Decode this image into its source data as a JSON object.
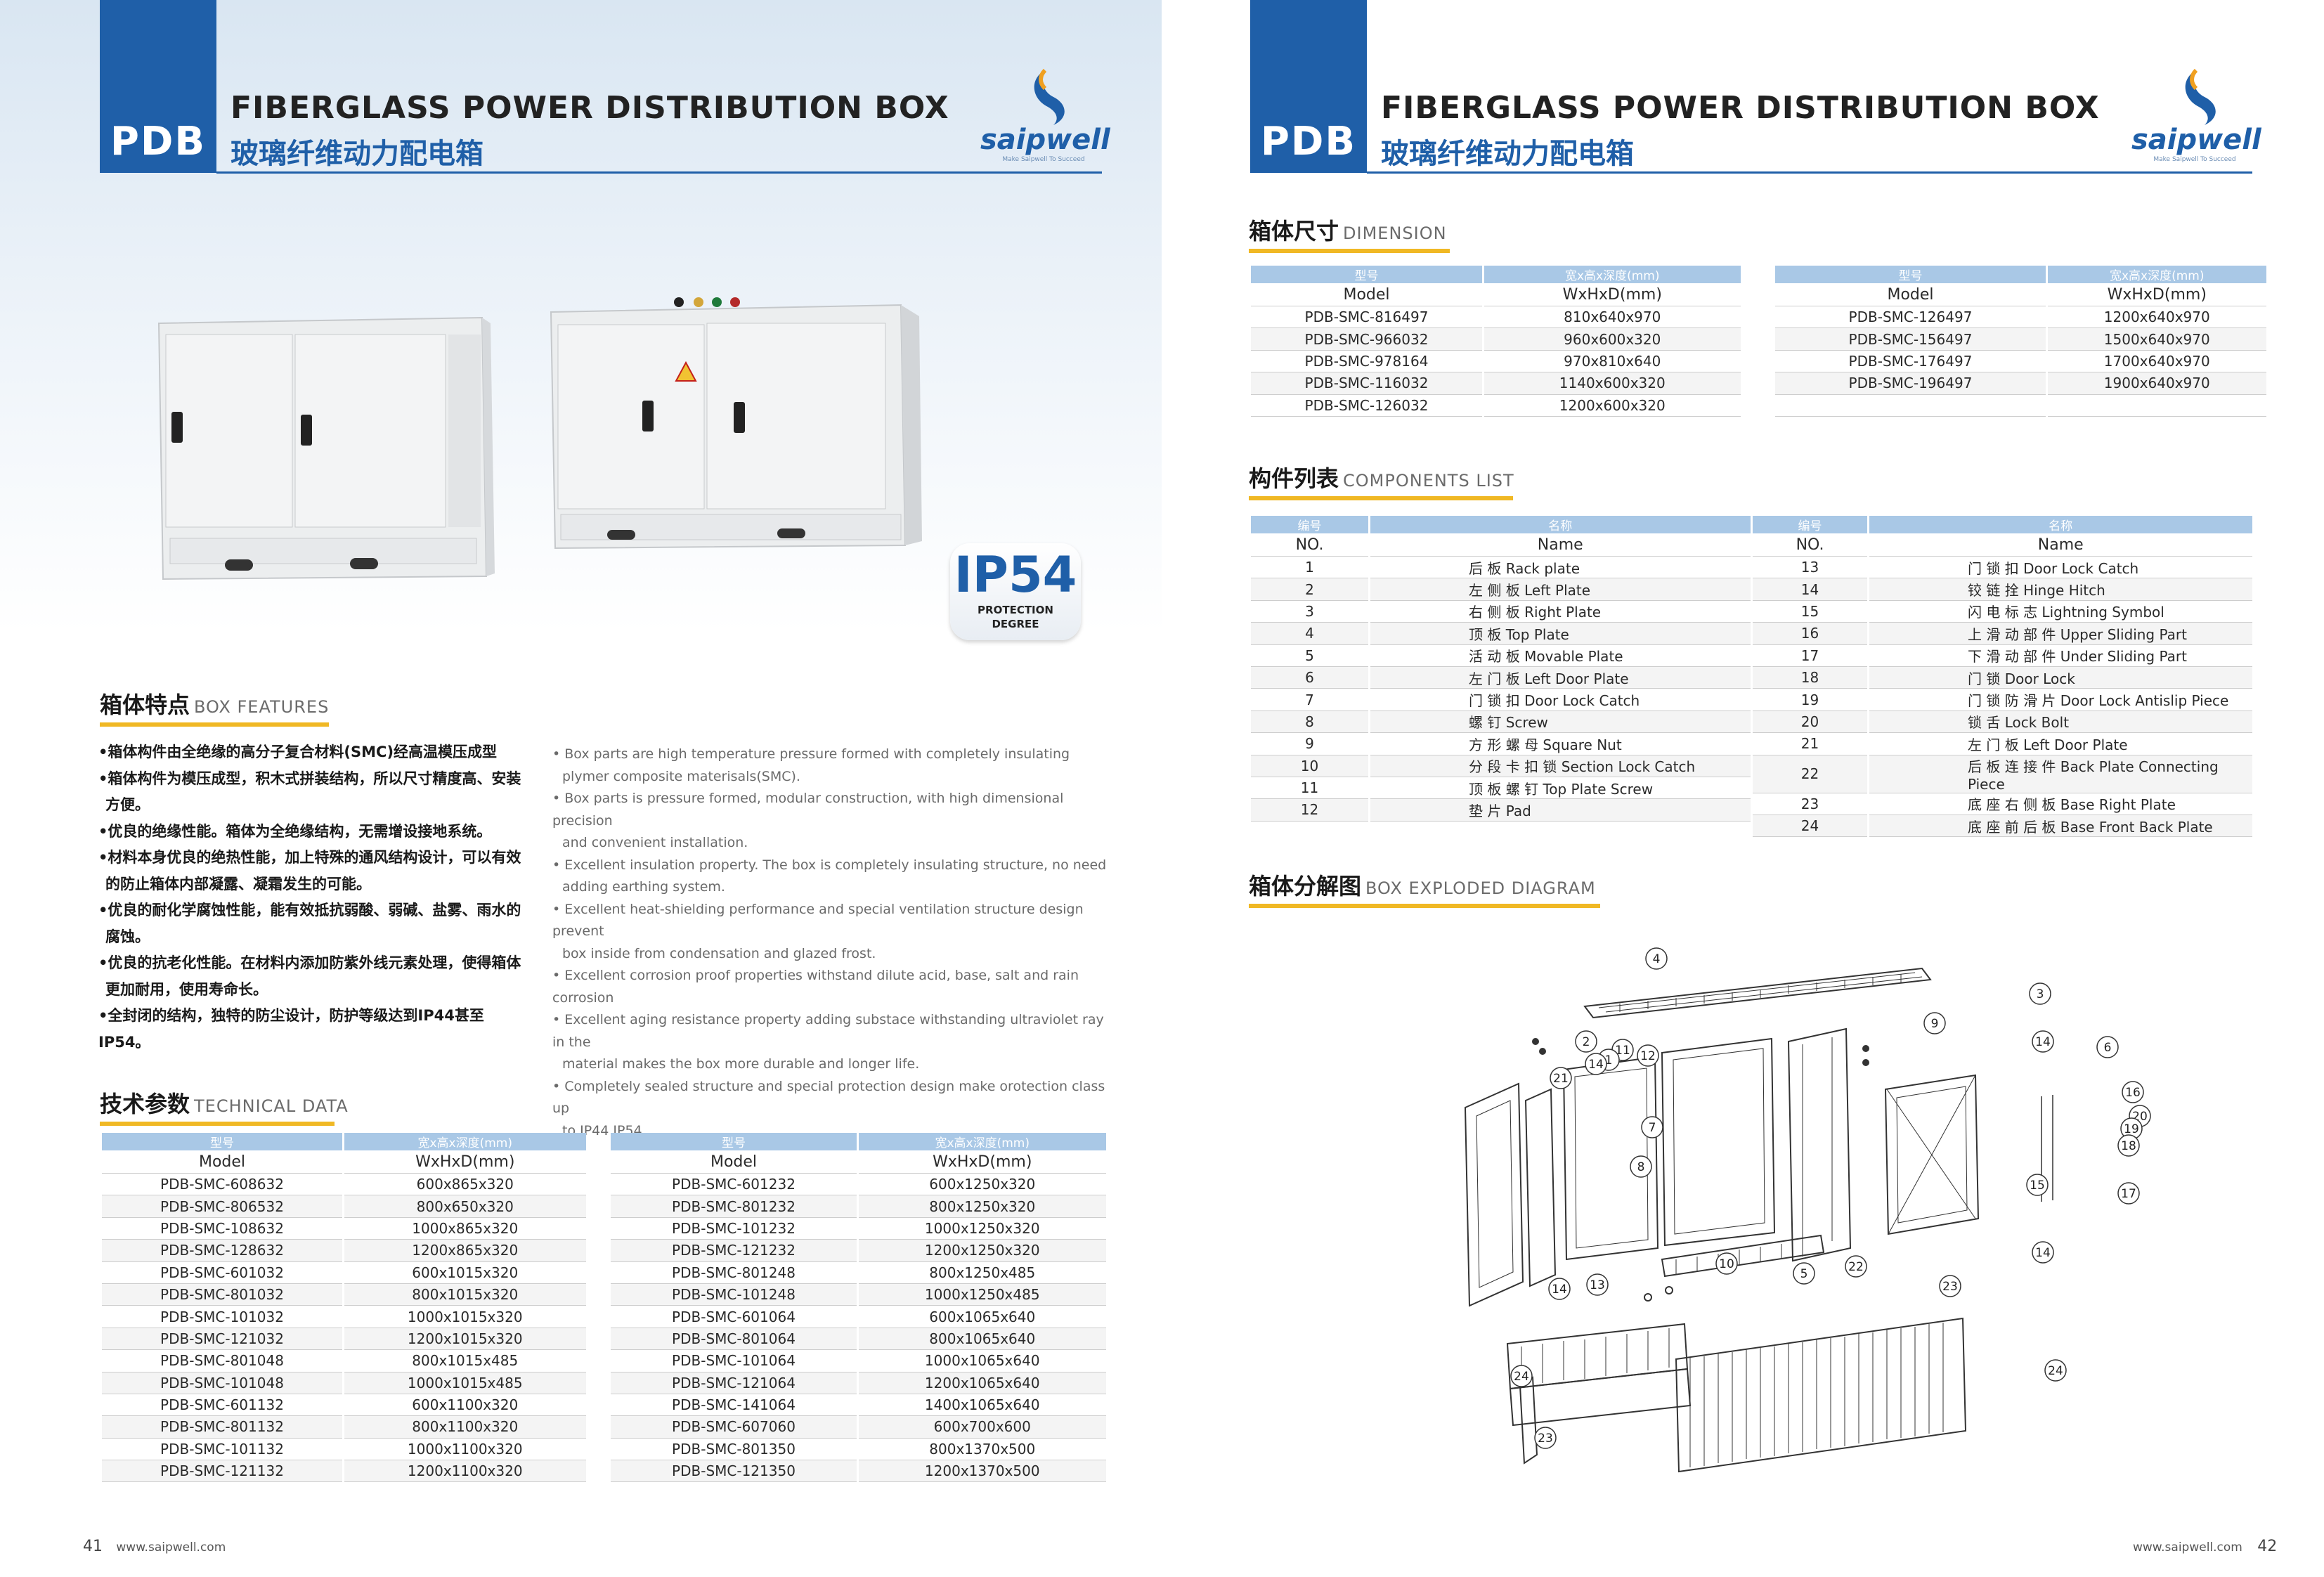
{
  "header": {
    "tab": "PDB",
    "title_en": "FIBERGLASS POWER DISTRIBUTION BOX",
    "title_cn": "玻璃纤维动力配电箱",
    "logo": "saipwell",
    "logo_tagline": "Make Saipwell To Succeed"
  },
  "badge": {
    "code": "IP54",
    "line1": "PROTECTION",
    "line2": "DEGREE"
  },
  "features": {
    "heading_cn": "箱体特点",
    "heading_en": "BOX FEATURES",
    "cn": [
      "•箱体构件由全绝缘的高分子复合材料(SMC)经高温模压成型",
      "•箱体构件为模压成型，积木式拼装结构，所以尺寸精度高、安装",
      "方便。",
      "•优良的绝缘性能。箱体为全绝缘结构，无需增设接地系统。",
      "•材料本身优良的绝热性能，加上特殊的通风结构设计，可以有效",
      "的防止箱体内部凝露、凝霜发生的可能。",
      "•优良的耐化学腐蚀性能，能有效抵抗弱酸、弱碱、盐雾、雨水的",
      "腐蚀。",
      "•优良的抗老化性能。在材料内添加防紫外线元素处理，使得箱体",
      "更加耐用，使用寿命长。",
      "•全封闭的结构，独特的防尘设计，防护等级达到IP44甚至IP54。"
    ],
    "en": [
      "• Box parts are high temperature pressure formed with completely insulating",
      "plymer composite materisals(SMC).",
      "• Box parts is pressure formed, modular construction, with high dimensional precision",
      "and convenient installation.",
      "• Excellent insulation property. The box is completely insulating structure, no need",
      "adding earthing system.",
      "• Excellent heat-shielding performance and special ventilation structure design prevent",
      "box inside from condensation and glazed frost.",
      "• Excellent corrosion proof properties withstand dilute acid, base, salt and rain corrosion",
      "• Excellent aging resistance property adding substace withstanding ultraviolet ray in the",
      "material makes the box more durable and longer life.",
      "• Completely sealed structure and special protection design make orotection class up",
      "to IP44,IP54."
    ]
  },
  "technical": {
    "heading_cn": "技术参数",
    "heading_en": "TECHNICAL DATA",
    "col_model_cn": "型号",
    "col_size_cn": "宽x高x深度(mm)",
    "col_model_en": "Model",
    "col_size_en": "WxHxD(mm)",
    "left": [
      [
        "PDB-SMC-608632",
        "600x865x320"
      ],
      [
        "PDB-SMC-806532",
        "800x650x320"
      ],
      [
        "PDB-SMC-108632",
        "1000x865x320"
      ],
      [
        "PDB-SMC-128632",
        "1200x865x320"
      ],
      [
        "PDB-SMC-601032",
        "600x1015x320"
      ],
      [
        "PDB-SMC-801032",
        "800x1015x320"
      ],
      [
        "PDB-SMC-101032",
        "1000x1015x320"
      ],
      [
        "PDB-SMC-121032",
        "1200x1015x320"
      ],
      [
        "PDB-SMC-801048",
        "800x1015x485"
      ],
      [
        "PDB-SMC-101048",
        "1000x1015x485"
      ],
      [
        "PDB-SMC-601132",
        "600x1100x320"
      ],
      [
        "PDB-SMC-801132",
        "800x1100x320"
      ],
      [
        "PDB-SMC-101132",
        "1000x1100x320"
      ],
      [
        "PDB-SMC-121132",
        "1200x1100x320"
      ]
    ],
    "right": [
      [
        "PDB-SMC-601232",
        "600x1250x320"
      ],
      [
        "PDB-SMC-801232",
        "800x1250x320"
      ],
      [
        "PDB-SMC-101232",
        "1000x1250x320"
      ],
      [
        "PDB-SMC-121232",
        "1200x1250x320"
      ],
      [
        "PDB-SMC-801248",
        "800x1250x485"
      ],
      [
        "PDB-SMC-101248",
        "1000x1250x485"
      ],
      [
        "PDB-SMC-601064",
        "600x1065x640"
      ],
      [
        "PDB-SMC-801064",
        "800x1065x640"
      ],
      [
        "PDB-SMC-101064",
        "1000x1065x640"
      ],
      [
        "PDB-SMC-121064",
        "1200x1065x640"
      ],
      [
        "PDB-SMC-141064",
        "1400x1065x640"
      ],
      [
        "PDB-SMC-607060",
        "600x700x600"
      ],
      [
        "PDB-SMC-801350",
        "800x1370x500"
      ],
      [
        "PDB-SMC-121350",
        "1200x1370x500"
      ]
    ]
  },
  "dimension": {
    "heading_cn": "箱体尺寸",
    "heading_en": "DIMENSION",
    "left": [
      [
        "PDB-SMC-816497",
        "810x640x970"
      ],
      [
        "PDB-SMC-966032",
        "960x600x320"
      ],
      [
        "PDB-SMC-978164",
        "970x810x640"
      ],
      [
        "PDB-SMC-116032",
        "1140x600x320"
      ],
      [
        "PDB-SMC-126032",
        "1200x600x320"
      ]
    ],
    "right": [
      [
        "PDB-SMC-126497",
        "1200x640x970"
      ],
      [
        "PDB-SMC-156497",
        "1500x640x970"
      ],
      [
        "PDB-SMC-176497",
        "1700x640x970"
      ],
      [
        "PDB-SMC-196497",
        "1900x640x970"
      ],
      [
        "",
        ""
      ]
    ]
  },
  "components": {
    "heading_cn": "构件列表",
    "heading_en": "COMPONENTS LIST",
    "col_no_cn": "编号",
    "col_name_cn": "名称",
    "col_no_en": "NO.",
    "col_name_en": "Name",
    "left": [
      [
        "1",
        "后 板 Rack plate"
      ],
      [
        "2",
        "左 侧 板 Left Plate"
      ],
      [
        "3",
        "右 侧 板 Right Plate"
      ],
      [
        "4",
        "顶 板 Top Plate"
      ],
      [
        "5",
        "活 动 板 Movable Plate"
      ],
      [
        "6",
        "左 门 板 Left Door Plate"
      ],
      [
        "7",
        "门 锁 扣 Door Lock Catch"
      ],
      [
        "8",
        "螺 钉 Screw"
      ],
      [
        "9",
        "方 形 螺 母 Square Nut"
      ],
      [
        "10",
        "分 段 卡 扣 锁 Section Lock Catch"
      ],
      [
        "11",
        "顶 板 螺 钉 Top Plate Screw"
      ],
      [
        "12",
        "垫 片 Pad"
      ]
    ],
    "right": [
      [
        "13",
        "门 锁 扣 Door Lock Catch"
      ],
      [
        "14",
        "铰 链 拴 Hinge Hitch"
      ],
      [
        "15",
        "闪 电 标 志 Lightning Symbol"
      ],
      [
        "16",
        "上 滑 动 部 件 Upper Sliding Part"
      ],
      [
        "17",
        "下 滑 动 部 件 Under Sliding Part"
      ],
      [
        "18",
        "门 锁 Door Lock"
      ],
      [
        "19",
        "门 锁 防 滑 片 Door Lock Antislip Piece"
      ],
      [
        "20",
        "锁 舌 Lock Bolt"
      ],
      [
        "21",
        "左 门 板 Left Door Plate"
      ],
      [
        "22",
        "后 板 连 接 件 Back Plate Connecting Piece"
      ],
      [
        "23",
        "底 座 右 侧 板 Base Right Plate"
      ],
      [
        "24",
        "底 座 前 后 板 Base Front Back Plate"
      ]
    ]
  },
  "exploded": {
    "heading_cn": "箱体分解图",
    "heading_en": "BOX EXPLODED DIAGRAM",
    "callouts": [
      "4",
      "3",
      "2",
      "11",
      "12",
      "9",
      "14",
      "6",
      "1",
      "21",
      "14",
      "16",
      "20",
      "19",
      "7",
      "18",
      "8",
      "15",
      "17",
      "14",
      "10",
      "5",
      "22",
      "23",
      "14",
      "13",
      "24",
      "24",
      "23"
    ]
  },
  "footer": {
    "left_page": "41",
    "left_url": "www.saipwell.com",
    "right_url": "www.saipwell.com",
    "right_page": "42"
  }
}
